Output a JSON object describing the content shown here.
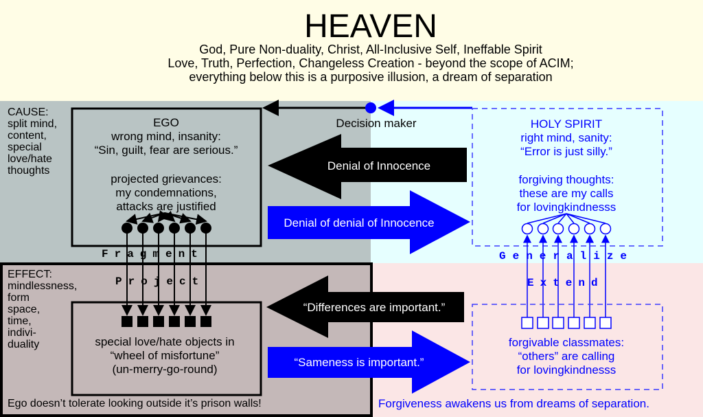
{
  "heaven": {
    "title": "HEAVEN",
    "lines": [
      "God, Pure Non-duality, Christ, All-Inclusive Self, Ineffable Spirit",
      "Love, Truth, Perfection, Changeless Creation - beyond the scope of ACIM;",
      "everything below this is a purposive illusion, a dream of separation"
    ]
  },
  "cause": {
    "lines": [
      "CAUSE:",
      "split mind,",
      "content,",
      "special",
      "love/hate",
      "thoughts"
    ]
  },
  "effect": {
    "lines": [
      "EFFECT:",
      "mindlessness,",
      "form",
      "space,",
      "time,",
      "indivi-",
      "duality"
    ]
  },
  "ego": {
    "lines": [
      "EGO",
      "wrong mind, insanity:",
      "“Sin, guilt, fear are serious.”"
    ],
    "grievances": [
      "projected grievances:",
      "my condemnations,",
      "attacks are justified"
    ]
  },
  "holy_spirit": {
    "lines": [
      "HOLY SPIRIT",
      "right mind, sanity:",
      "“Error is just silly.”"
    ],
    "thoughts": [
      "forgiving thoughts:",
      "these are my calls",
      "for lovingkindnesss"
    ]
  },
  "decision_maker": "Decision maker",
  "arrows": {
    "denial": "Denial of Innocence",
    "denial_of_denial": "Denial of denial of Innocence",
    "differences": "“Differences are important.”",
    "sameness": "“Sameness is important.”"
  },
  "labels": {
    "fragment": "Fragment",
    "project": "Project",
    "generalize": "Generalize",
    "extend": "Extend"
  },
  "objects": {
    "lines": [
      "special love/hate objects in",
      "“wheel of misfortune”",
      "(un-merry-go-round)"
    ]
  },
  "classmates": {
    "lines": [
      "forgivable classmates:",
      "“others” are calling",
      "for lovingkindnesss"
    ]
  },
  "footer": {
    "left": "Ego doesn’t tolerate looking outside it’s prison walls!",
    "right": "Forgiveness awakens us from dreams of separation."
  },
  "colors": {
    "blue": "#0000ff",
    "heaven_bg": "#fffde6",
    "cause_bg": "#b9c4c4",
    "hs_bg": "#e6ffff",
    "effect_bg": "#c4b8b8",
    "pink_bg": "#fbe6e6"
  }
}
